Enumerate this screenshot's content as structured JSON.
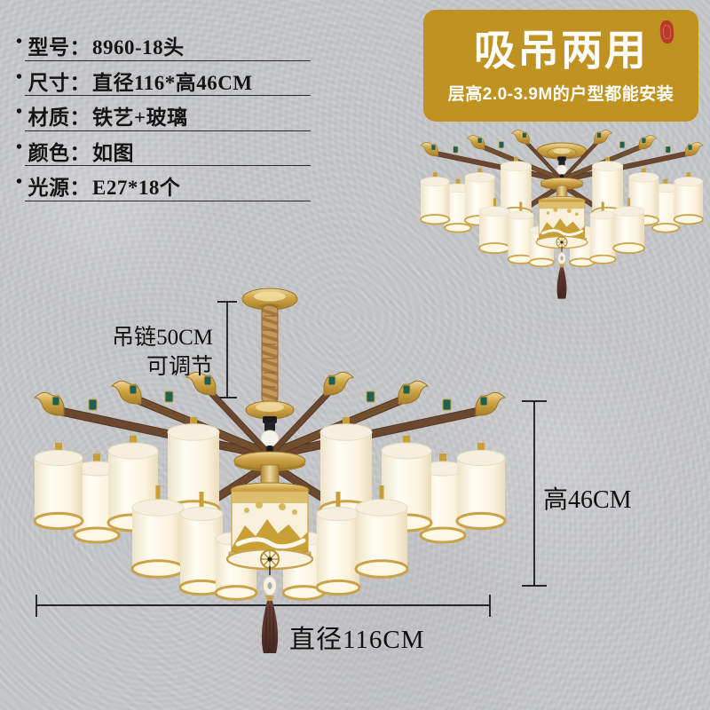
{
  "specs": {
    "items": [
      {
        "label": "型号：",
        "value": "8960-18头"
      },
      {
        "label": "尺寸：",
        "value": "直径116*高46CM"
      },
      {
        "label": "材质：",
        "value": "铁艺+玻璃"
      },
      {
        "label": "颜色：",
        "value": "如图"
      },
      {
        "label": "光源：",
        "value": "E27*18个"
      }
    ],
    "bullet": "•"
  },
  "banner": {
    "title": "吸吊两用",
    "subtitle": "层高2.0-3.9M的户型都能安装"
  },
  "annotations": {
    "chain_line1": "吊链50CM",
    "chain_line2": "可调节",
    "height": "高46CM",
    "diameter": "直径116CM"
  },
  "product": {
    "model": "8960-18头",
    "diameter_cm": 116,
    "height_cm": 46,
    "chain_cm": 50,
    "lamp_count": 18
  },
  "colors": {
    "bg": "#c5c6c8",
    "banner-gold": "#bf9222",
    "ink": "#141414",
    "gold": "#c9a035",
    "gold-light": "#e9cf8f",
    "gold-dark": "#a8802a",
    "wood": "#6b4730",
    "jade": "#1f5f54",
    "cream": "#fdf7e9",
    "tassel": "#53322a",
    "seal-red": "#b93a26"
  }
}
